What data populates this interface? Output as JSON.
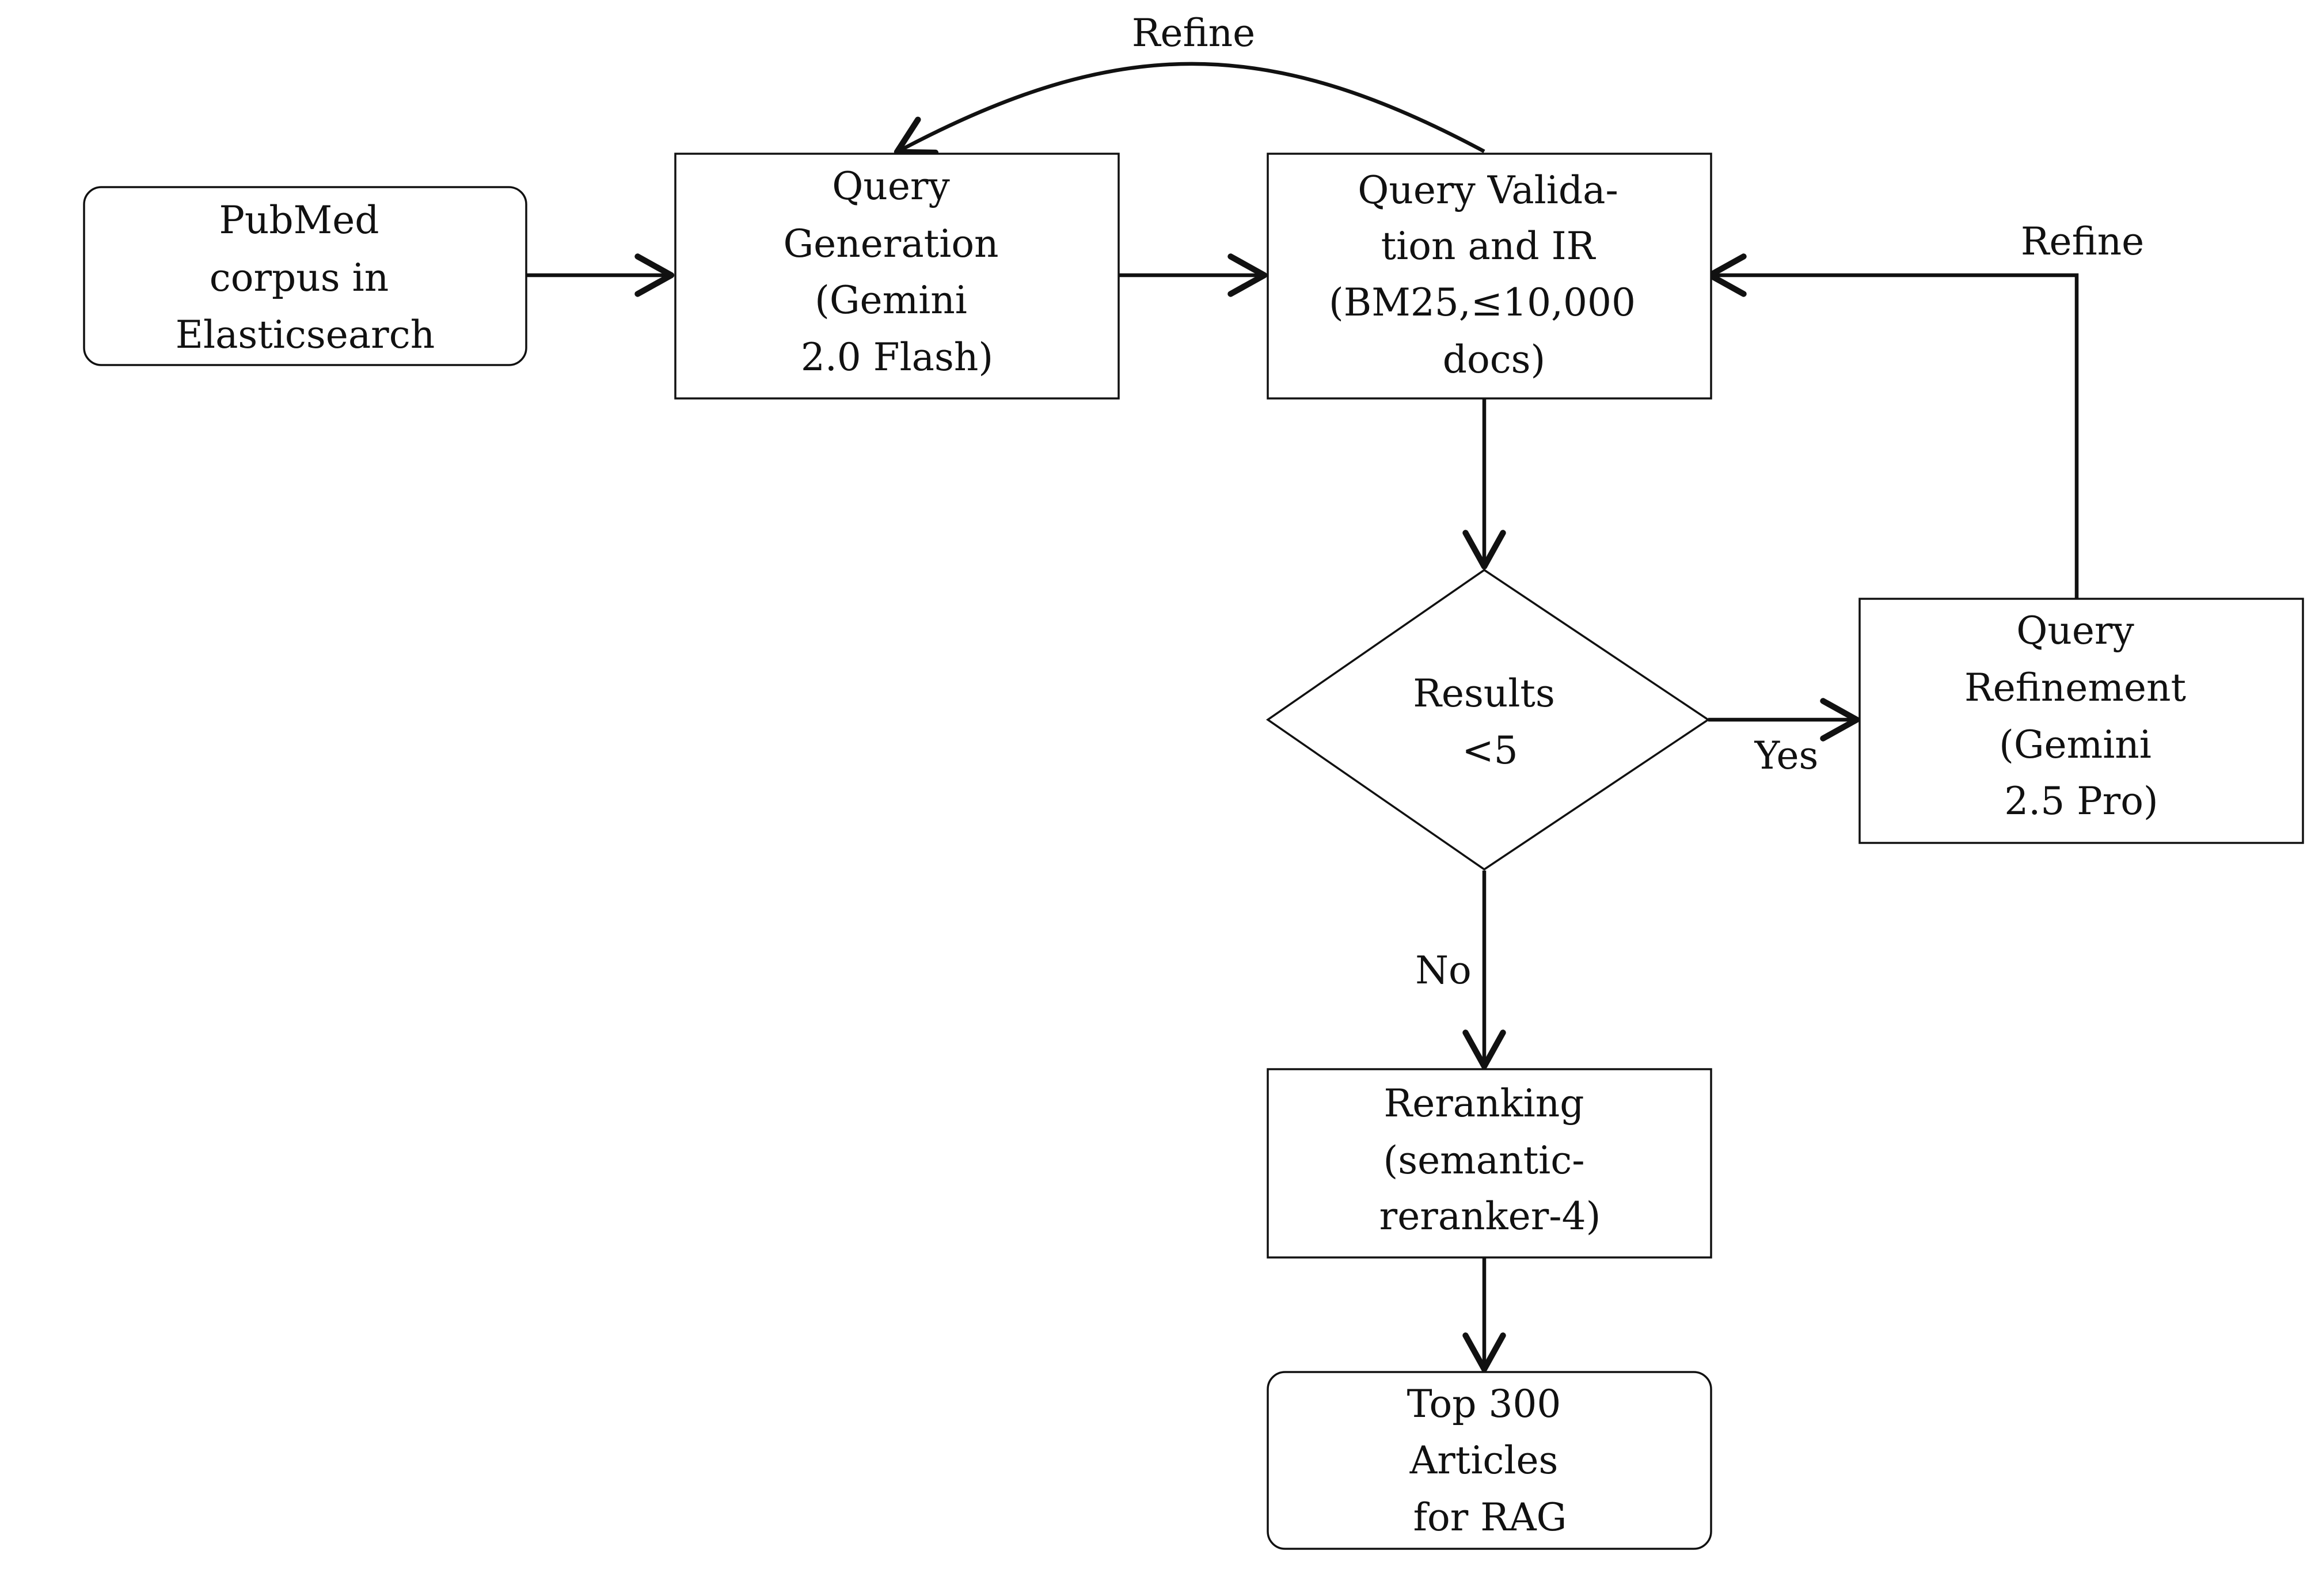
{
  "nodes": {
    "pubmed": {
      "lines": [
        "PubMed",
        "corpus in",
        "Elasticsearch"
      ]
    },
    "query_generation": {
      "lines": [
        "Query",
        "Generation",
        "(Gemini",
        "2.0 Flash)"
      ]
    },
    "query_validation": {
      "lines": [
        "Query Valida-",
        "tion and IR",
        "(BM25,≤10,000",
        "docs)"
      ]
    },
    "results_decision": {
      "lines": [
        "Results",
        "<5"
      ]
    },
    "query_refinement": {
      "lines": [
        "Query",
        "Refinement",
        "(Gemini",
        "2.5 Pro)"
      ]
    },
    "reranking": {
      "lines": [
        "Reranking",
        "(semantic-",
        "reranker-4)"
      ]
    },
    "top_articles": {
      "lines": [
        "Top 300",
        "Articles",
        "for RAG"
      ]
    }
  },
  "edge_labels": {
    "refine_top": "Refine",
    "refine_right": "Refine",
    "yes": "Yes",
    "no": "No"
  }
}
